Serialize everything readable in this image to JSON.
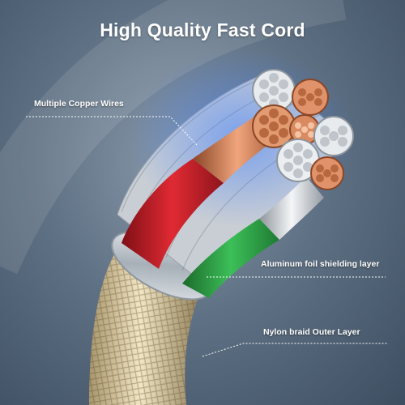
{
  "headline": "High Quality Fast Cord",
  "callouts": {
    "copper": "Multiple Copper Wires",
    "foil": "Aluminum foil shielding layer",
    "nylon": "Nylon braid Outer Layer"
  },
  "icons": [
    "cable-cross-section-illustration"
  ],
  "colors": {
    "background": "#5f7184",
    "braid": "#d8c8a0",
    "foil": "#c8cdd2",
    "red_insulation": "#c8202a",
    "green_insulation": "#2f9e44",
    "copper": "#c87a52",
    "silver": "#d4d8dc"
  }
}
